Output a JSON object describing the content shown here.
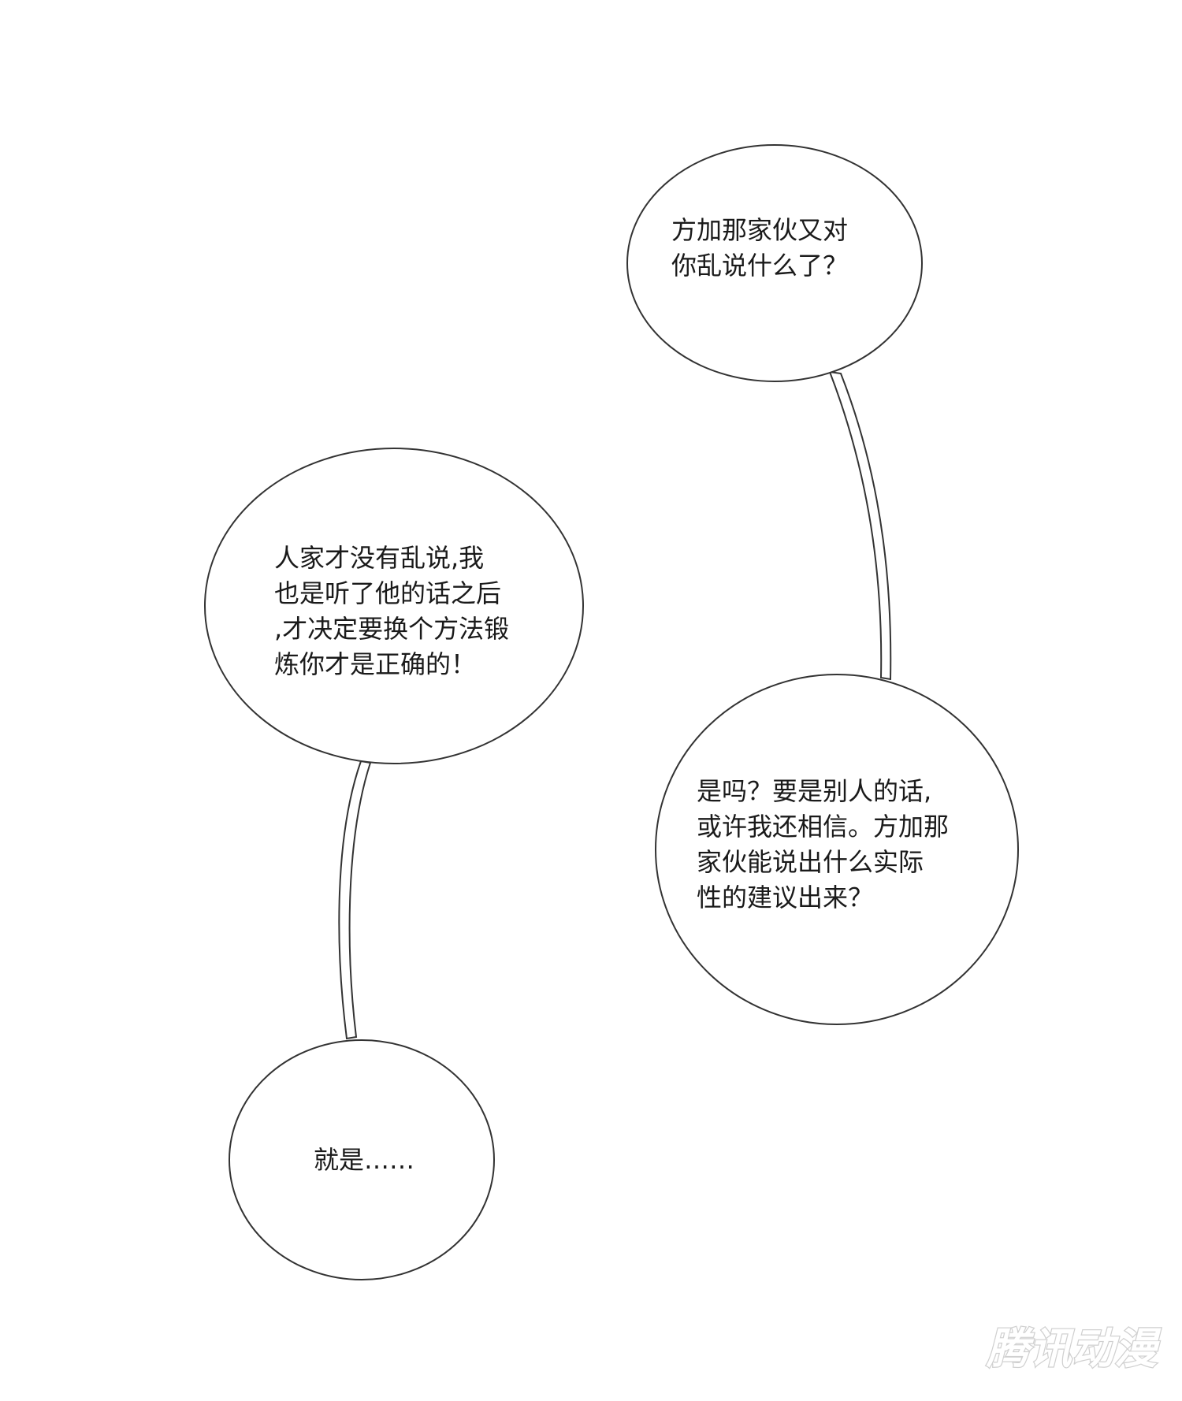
{
  "bubbles": [
    {
      "id": "bubble-1",
      "lines": [
        "方加那家伙又对",
        "你乱说什么了？"
      ]
    },
    {
      "id": "bubble-2",
      "lines": [
        "人家才没有乱说,我",
        "也是听了他的话之后",
        ",才决定要换个方法锻",
        "炼你才是正确的！"
      ]
    },
    {
      "id": "bubble-3",
      "lines": [
        "是吗？要是别人的话,",
        "或许我还相信。方加那",
        "家伙能说出什么实际",
        "性的建议出来？"
      ]
    },
    {
      "id": "bubble-4",
      "lines": [
        "就是……"
      ]
    }
  ],
  "watermark": {
    "text": "腾讯动漫"
  },
  "colors": {
    "outline": "#333333",
    "background": "#ffffff",
    "text": "#1a1a1a",
    "watermark": "#d9d9d9"
  }
}
